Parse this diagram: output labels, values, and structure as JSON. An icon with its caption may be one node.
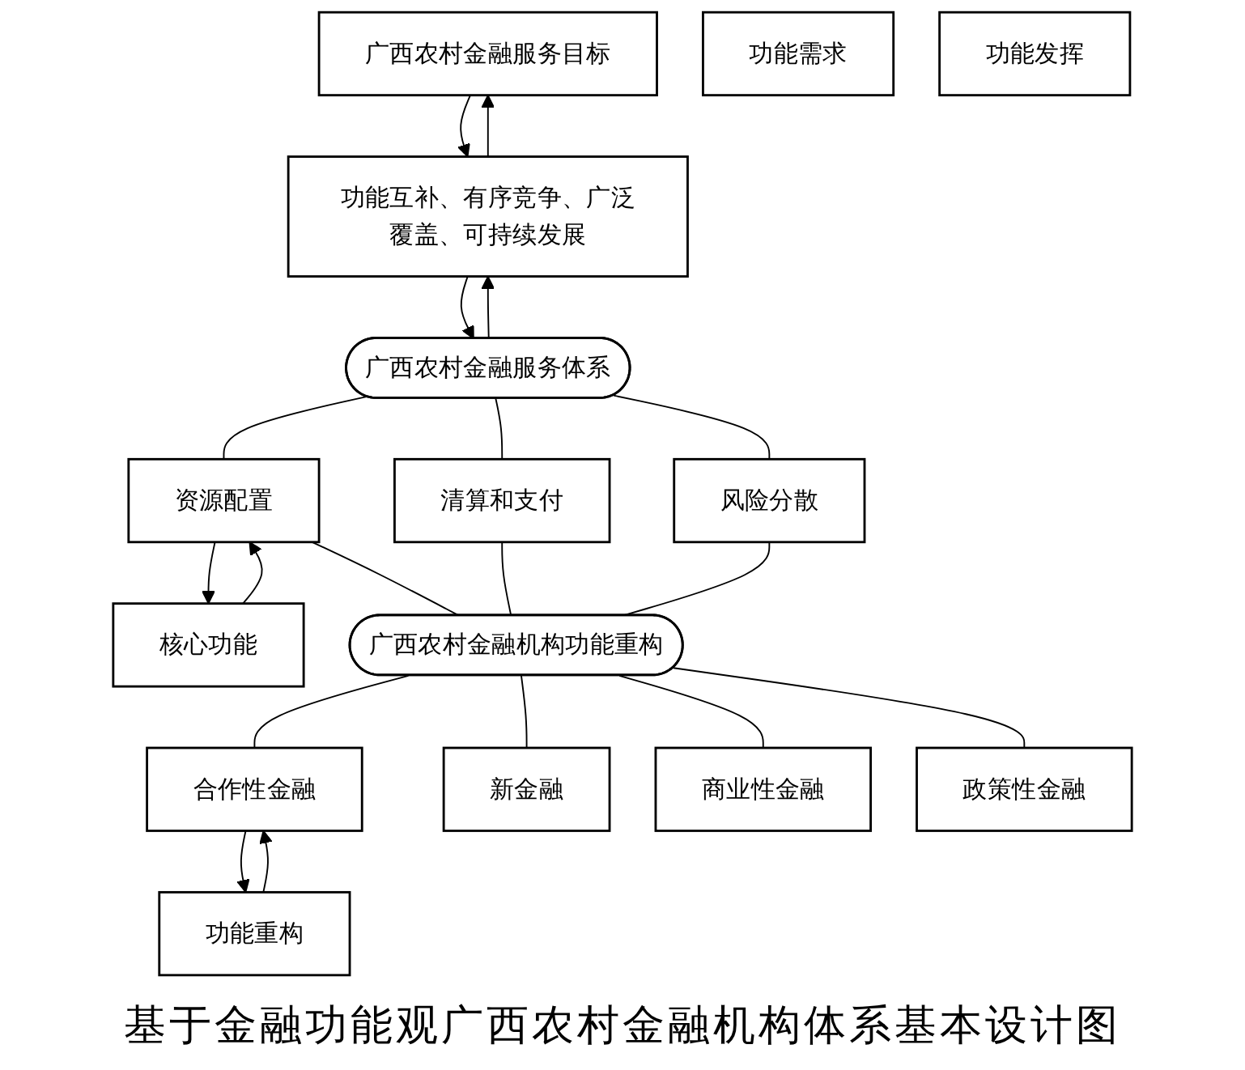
{
  "diagram": {
    "caption": "基于金融功能观广西农村金融机构体系基本设计图",
    "nodes": [
      {
        "text": [
          "广西农村金融服务目标"
        ]
      },
      {
        "text": [
          "功能互补、有序竞争、广泛覆盖、可持续发展"
        ]
      },
      {
        "text": [
          "功能需求"
        ]
      },
      {
        "text": [
          "功能发挥"
        ]
      },
      {
        "text": [
          "广西农村金融服务体系"
        ]
      },
      {
        "text": [
          "核心功能"
        ]
      },
      {
        "text": [
          "资源配置"
        ]
      },
      {
        "text": [
          "清算和支付"
        ]
      },
      {
        "text": [
          "风险分散"
        ]
      },
      {
        "text": [
          "广西农村金融机构功能重构"
        ]
      },
      {
        "text": [
          "功能重构"
        ]
      },
      {
        "text": [
          "合作性金融"
        ]
      },
      {
        "text": [
          "新金融"
        ]
      },
      {
        "text": [
          "商业性金融"
        ]
      },
      {
        "text": [
          "政策性金融"
        ]
      }
    ],
    "edges": [
      {
        "from": 0,
        "to": 1,
        "arrow": "to"
      },
      {
        "from": 1,
        "to": 0,
        "arrow": "to"
      },
      {
        "from": 1,
        "to": 4,
        "arrow": "to"
      },
      {
        "from": 4,
        "to": 1,
        "arrow": "to"
      },
      {
        "from": 4,
        "to": 6,
        "arrow": "none"
      },
      {
        "from": 4,
        "to": 7,
        "arrow": "none"
      },
      {
        "from": 4,
        "to": 8,
        "arrow": "none"
      },
      {
        "from": 5,
        "to": 6,
        "arrow": "to"
      },
      {
        "from": 6,
        "to": 5,
        "arrow": "to"
      },
      {
        "from": 6,
        "to": 9,
        "arrow": "none"
      },
      {
        "from": 7,
        "to": 9,
        "arrow": "none"
      },
      {
        "from": 8,
        "to": 9,
        "arrow": "none"
      },
      {
        "from": 9,
        "to": 11,
        "arrow": "none"
      },
      {
        "from": 9,
        "to": 12,
        "arrow": "none"
      },
      {
        "from": 9,
        "to": 13,
        "arrow": "none"
      },
      {
        "from": 9,
        "to": 14,
        "arrow": "none"
      },
      {
        "from": 10,
        "to": 11,
        "arrow": "to"
      },
      {
        "from": 11,
        "to": 10,
        "arrow": "to"
      }
    ]
  }
}
